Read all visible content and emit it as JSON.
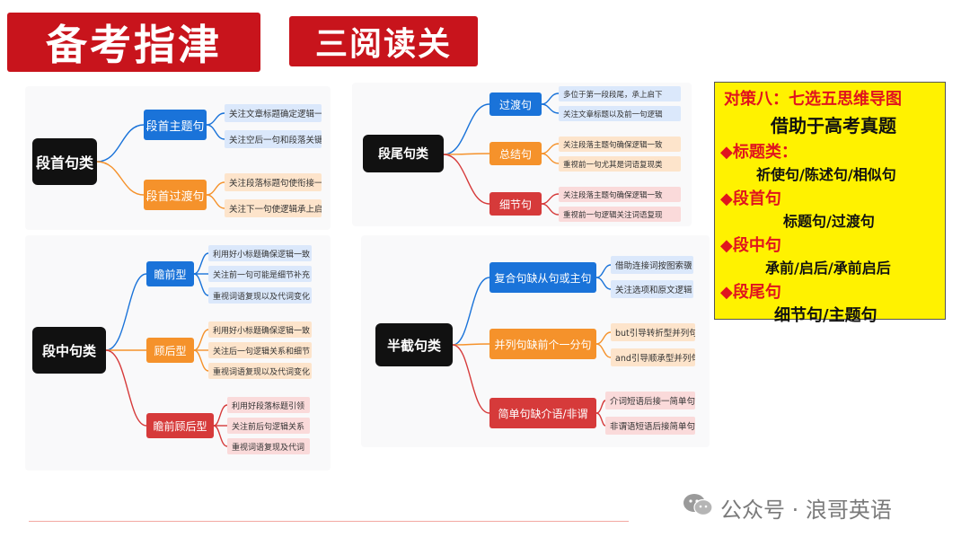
{
  "header": {
    "main_title": "备考指津",
    "sub_title": "三阅读关"
  },
  "mindmaps": {
    "para_first": {
      "root": "段首句类",
      "branches": [
        {
          "label": "段首主题句",
          "leaves": [
            "关注文章标题确定逻辑一致",
            "关注空后一句和段落关键词"
          ]
        },
        {
          "label": "段首过渡句",
          "leaves": [
            "关注段落标题句使衔接一致",
            "关注下一句使逻辑承上启下"
          ]
        }
      ]
    },
    "para_end": {
      "root": "段尾句类",
      "branches": [
        {
          "label": "过渡句",
          "leaves": [
            "多位于第一段段尾，承上启下",
            "关注文章标题以及前一句逻辑"
          ]
        },
        {
          "label": "总结句",
          "leaves": [
            "关注段落主题句确保逻辑一致",
            "重视前一句尤其是词语复现类"
          ]
        },
        {
          "label": "细节句",
          "leaves": [
            "关注段落主题句确保逻辑一致",
            "重视前一句逻辑关注词语复现"
          ]
        }
      ]
    },
    "para_mid": {
      "root": "段中句类",
      "branches": [
        {
          "label": "瞻前型",
          "leaves": [
            "利用好小标题确保逻辑一致",
            "关注前一句可能是细节补充",
            "重视词语复现以及代词变化"
          ]
        },
        {
          "label": "顾后型",
          "leaves": [
            "利用好小标题确保逻辑一致",
            "关注后一句逻辑关系和细节",
            "重视词语复现以及代词变化"
          ]
        },
        {
          "label": "瞻前顾后型",
          "leaves": [
            "利用好段落标题引领",
            "关注前后句逻辑关系",
            "重视词语复现及代词"
          ]
        }
      ]
    },
    "half": {
      "root": "半截句类",
      "branches": [
        {
          "label": "复合句缺从句或主句",
          "leaves": [
            "借助连接词按图索骥",
            "关注选项和原文逻辑"
          ]
        },
        {
          "label": "并列句缺前个一分句",
          "leaves": [
            "but引导转折型并列句",
            "and引导顺承型并列句"
          ]
        },
        {
          "label": "简单句缺介语/非谓",
          "leaves": [
            "介词短语后接一简单句",
            "非谓语短语后接简单句"
          ]
        }
      ]
    }
  },
  "strategy": {
    "heading": "对策八：七选五思维导图",
    "line1": "借助于高考真题",
    "cat1": "◆标题类：",
    "cat1_text": "祈使句/陈述句/相似句",
    "cat2": "◆段首句",
    "cat2_text": "标题句/过渡句",
    "cat3": "◆段中句",
    "cat3_text": "承前/启后/承前启后",
    "cat4": "◆段尾句",
    "cat4_text": "细节句/主题句"
  },
  "watermark": {
    "text": "公众号 · 浪哥英语"
  },
  "colors": {
    "title_red": "#c8141c",
    "blue": "#1a73d9",
    "orange": "#f5922b",
    "red": "#d63a3a",
    "yellow": "#fff200"
  }
}
